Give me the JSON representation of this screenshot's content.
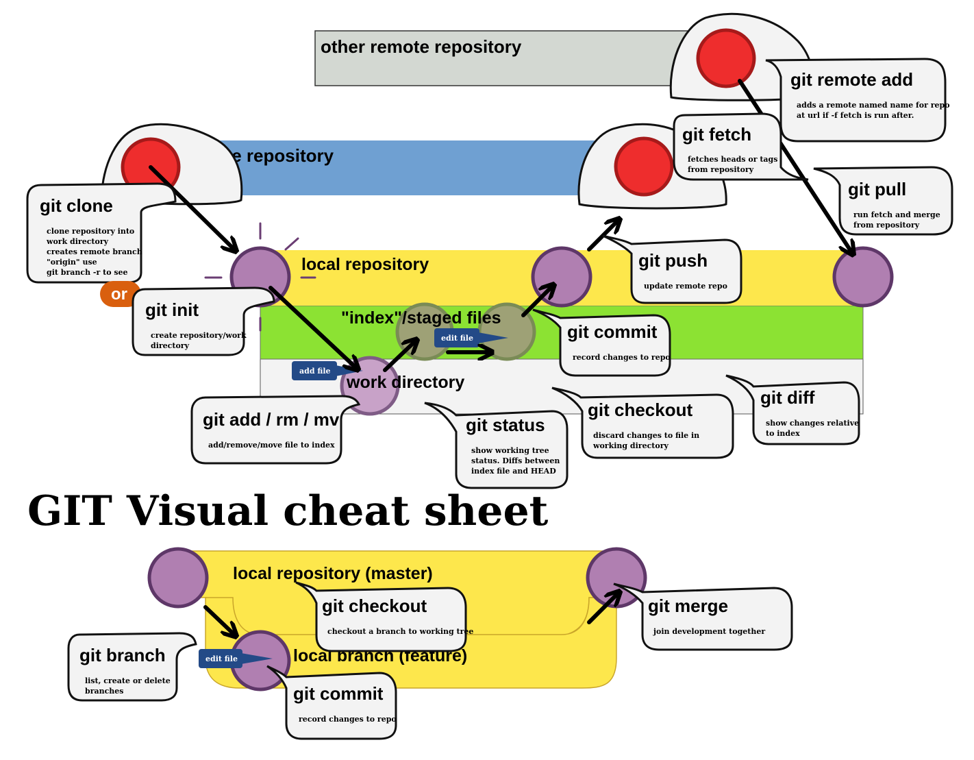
{
  "title": "GIT Visual cheat sheet",
  "lanes": {
    "other_remote": "other remote repository",
    "remote": "remote repository",
    "local": "local repository",
    "index": "\"index\"/staged files",
    "work": "work directory",
    "master": "local repository (master)",
    "feature": "local branch (feature)"
  },
  "tags": {
    "add_file": "add file",
    "edit_file_index": "edit file",
    "edit_file_branch": "edit file"
  },
  "or_label": "or",
  "commands": {
    "remote_add": {
      "name": "git remote add",
      "desc": [
        "adds a remote named name for repo",
        "at url if -f fetch is run after."
      ]
    },
    "fetch": {
      "name": "git fetch",
      "desc": [
        "fetches heads or tags",
        "from repository"
      ]
    },
    "pull": {
      "name": "git pull",
      "desc": [
        "run fetch and merge",
        "from repository"
      ]
    },
    "clone": {
      "name": "git clone",
      "desc": [
        "clone repository into",
        "work directory",
        "creates remote branch",
        "\"origin\" use",
        "git branch -r to see"
      ]
    },
    "init": {
      "name": "git init",
      "desc": [
        "create repository/work",
        "directory"
      ]
    },
    "push": {
      "name": "git push",
      "desc": [
        "update remote repo"
      ]
    },
    "commit": {
      "name": "git commit",
      "desc": [
        "record changes to repo"
      ]
    },
    "add": {
      "name": "git add / rm / mv",
      "desc": [
        "add/remove/move file to index"
      ]
    },
    "status": {
      "name": "git status",
      "desc": [
        "show working tree",
        "status.  Diffs between",
        "index file and HEAD"
      ]
    },
    "checkout": {
      "name": "git checkout",
      "desc": [
        "discard changes to file in",
        "working directory"
      ]
    },
    "diff": {
      "name": "git diff",
      "desc": [
        "show changes relative",
        "to index"
      ]
    },
    "branch": {
      "name": "git branch",
      "desc": [
        "list, create or delete",
        "branches"
      ]
    },
    "checkout2": {
      "name": "git checkout",
      "desc": [
        "checkout a branch to working tree"
      ]
    },
    "merge": {
      "name": "git merge",
      "desc": [
        "join development together"
      ]
    },
    "commit2": {
      "name": "git commit",
      "desc": [
        "record changes to repo"
      ]
    }
  },
  "colors": {
    "remote_band": "#6fa0d2",
    "other_band": "#d3d8d2",
    "local_band": "#fde74c",
    "index_band": "#8ce233",
    "work_band": "#f2f2f2",
    "node_purple": "#b07fb1",
    "node_purple_light": "#c8a2c8",
    "node_stroke": "#5e3768",
    "node_red": "#ee2d2d",
    "node_red_stroke": "#a61a1a",
    "index_node": "#9ea176",
    "tag_blue": "#234a87",
    "or_orange": "#d95f0e"
  }
}
